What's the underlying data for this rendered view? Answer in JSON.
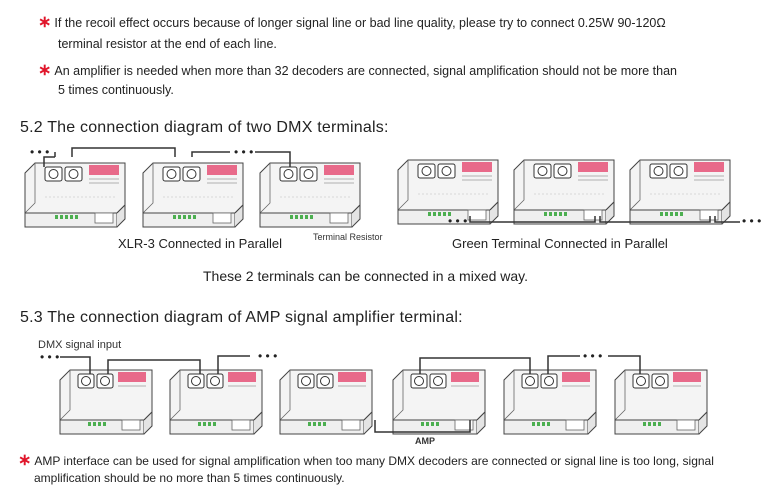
{
  "notes_top": [
    {
      "text": "If the recoil effect occurs because of longer signal line or bad line quality, please try to connect 0.25W 90-120Ω",
      "cont": "terminal resistor at the end of each line."
    },
    {
      "text": "An amplifier is needed when more than 32 decoders are connected, signal amplification should not be more than",
      "cont": "5 times continuously."
    }
  ],
  "section_52": {
    "heading": "5.2 The connection diagram of two DMX terminals:",
    "label_xlr": "XLR-3 Connected in Parallel",
    "label_green": "Green Terminal Connected in Parallel",
    "label_resistor": "Terminal Resistor",
    "mixed": "These 2 terminals can be connected in a mixed way."
  },
  "section_53": {
    "heading": "5.3 The connection diagram of AMP signal amplifier terminal:",
    "input_label": "DMX signal input",
    "amp_label": "AMP"
  },
  "note_bottom": {
    "text": "AMP interface can be used for signal amplification when too many DMX decoders are connected or signal line is too long, signal",
    "cont": "amplification should be no more than 5 times continuously."
  },
  "colors": {
    "accent": "#e0152a",
    "pink_label": "#e86a8a",
    "green_terminal": "#4caf50"
  }
}
